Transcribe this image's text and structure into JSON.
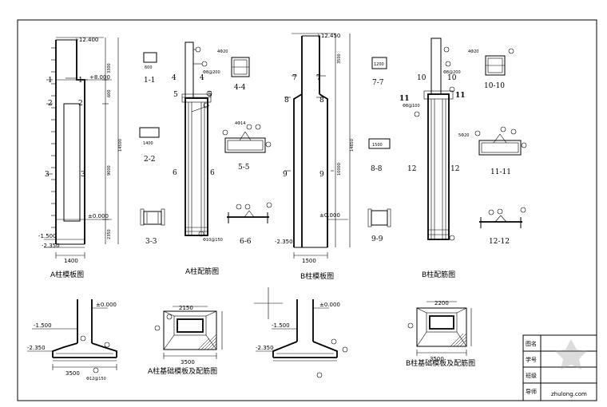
{
  "titles": {
    "a_formwork": "A柱模板图",
    "a_rebar": "A柱配筋图",
    "b_formwork": "B柱模板图",
    "b_rebar": "B柱配筋图",
    "a_foundation": "A柱基础模板及配筋图",
    "b_foundation": "B柱基础模板及配筋图"
  },
  "labels": {
    "elev_top_a": "+12.400",
    "elev_top_b": "+12.450",
    "elev_a_mid": "+8.000",
    "elev_zero": "±0.000",
    "elev_neg_1500": "-1.500",
    "elev_neg_2350": "-2.350",
    "dim_600": "600",
    "dim_1200": "1200",
    "dim_1400": "1400",
    "dim_1500": "1500",
    "dim_2150": "2150",
    "dim_2200": "2200",
    "dim_2350": "2350",
    "dim_3300": "3300",
    "dim_3500": "3500",
    "dim_9000": "9000",
    "dim_10000": "10000",
    "dim_14500": "14500",
    "dim_14850": "14850",
    "stirrup_8_200": "Φ8@200",
    "stirrup_8_100": "Φ8@100",
    "stirrup_10_150": "Φ10@150",
    "bar_4_20": "4Φ20",
    "bar_4_14": "4Φ14",
    "bar_5_20": "5Φ20",
    "bar_12_150": "Φ12@150",
    "cut1": "1",
    "cut2": "2",
    "cut3": "3",
    "cut4": "4",
    "cut5": "5",
    "cut6": "6",
    "cut7": "7",
    "cut8": "8",
    "cut9": "9",
    "cut10": "10",
    "cut11": "11",
    "cut12": "12",
    "sec11": "1-1",
    "sec22": "2-2",
    "sec33": "3-3",
    "sec44": "4-4",
    "sec55": "5-5",
    "sec66": "6-6",
    "sec77": "7-7",
    "sec88": "8-8",
    "sec99": "9-9",
    "sec1010": "10-10",
    "sec1111": "11-11",
    "sec1212": "12-12"
  },
  "title_block": {
    "drawing_name": "图名",
    "student_id": "学号",
    "class": "班级",
    "supervisor": "导师",
    "watermark": "zhulong.com"
  }
}
